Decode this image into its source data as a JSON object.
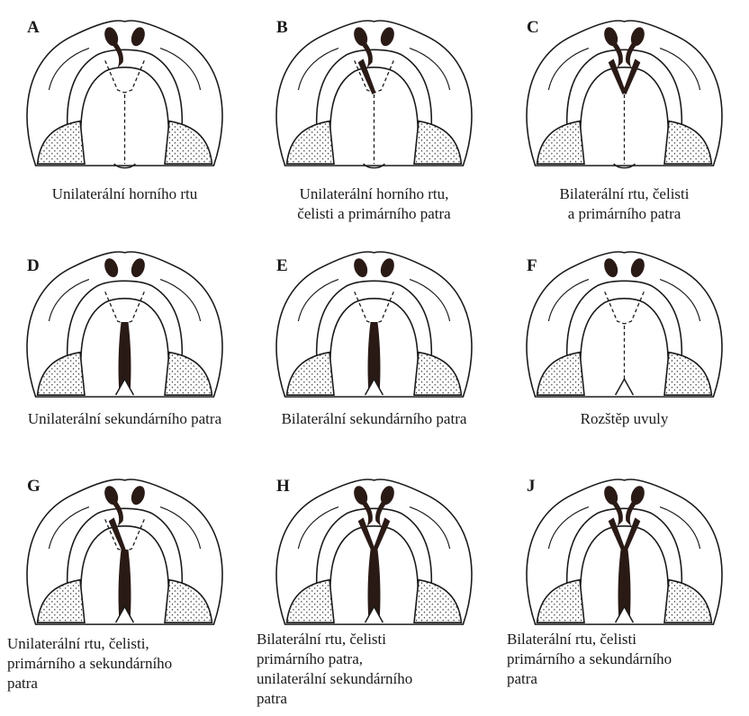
{
  "panels": [
    {
      "letter": "A",
      "caption": "Unilaterální horního rtu",
      "align": "center",
      "cleft": {
        "lip": "left",
        "palate": "none",
        "uvula": false
      }
    },
    {
      "letter": "B",
      "caption": "Unilaterální horního rtu,\nčelisti a primárního patra",
      "align": "center",
      "cleft": {
        "lip": "left",
        "primary": "left",
        "palate": "none",
        "uvula": false
      }
    },
    {
      "letter": "C",
      "caption": "Bilaterální rtu, čelisti\na primárního patra",
      "align": "center",
      "cleft": {
        "lip": "both",
        "primary": "both",
        "palate": "none",
        "uvula": false
      }
    },
    {
      "letter": "D",
      "caption": "Unilaterální sekundárního patra",
      "align": "center",
      "cleft": {
        "lip": "none",
        "palate": "full",
        "uvula": true
      }
    },
    {
      "letter": "E",
      "caption": "Bilaterální sekundárního patra",
      "align": "center",
      "cleft": {
        "lip": "none",
        "palate": "full",
        "uvula": true
      }
    },
    {
      "letter": "F",
      "caption": "Rozštěp uvuly",
      "align": "center",
      "cleft": {
        "lip": "none",
        "palate": "none",
        "uvula": true
      }
    },
    {
      "letter": "G",
      "caption": "Unilaterální rtu, čelisti,\nprimárního a sekundárního\npatra",
      "align": "left",
      "cleft": {
        "lip": "left",
        "primary": "left",
        "palate": "full",
        "uvula": true
      }
    },
    {
      "letter": "H",
      "caption": "Bilaterální rtu, čelisti\nprimárního patra,\nunilaterální sekundárního\npatra",
      "align": "left",
      "cleft": {
        "lip": "both",
        "primary": "both",
        "palate": "full",
        "uvula": true
      }
    },
    {
      "letter": "J",
      "caption": "Bilaterální rtu, čelisti\nprimárního a sekundárního\npatra",
      "align": "left",
      "cleft": {
        "lip": "both",
        "primary": "both",
        "palate": "full",
        "uvula": true
      }
    }
  ],
  "colors": {
    "ink": "#1a1a1a",
    "cleft": "#2a1a16",
    "paper": "#ffffff"
  }
}
